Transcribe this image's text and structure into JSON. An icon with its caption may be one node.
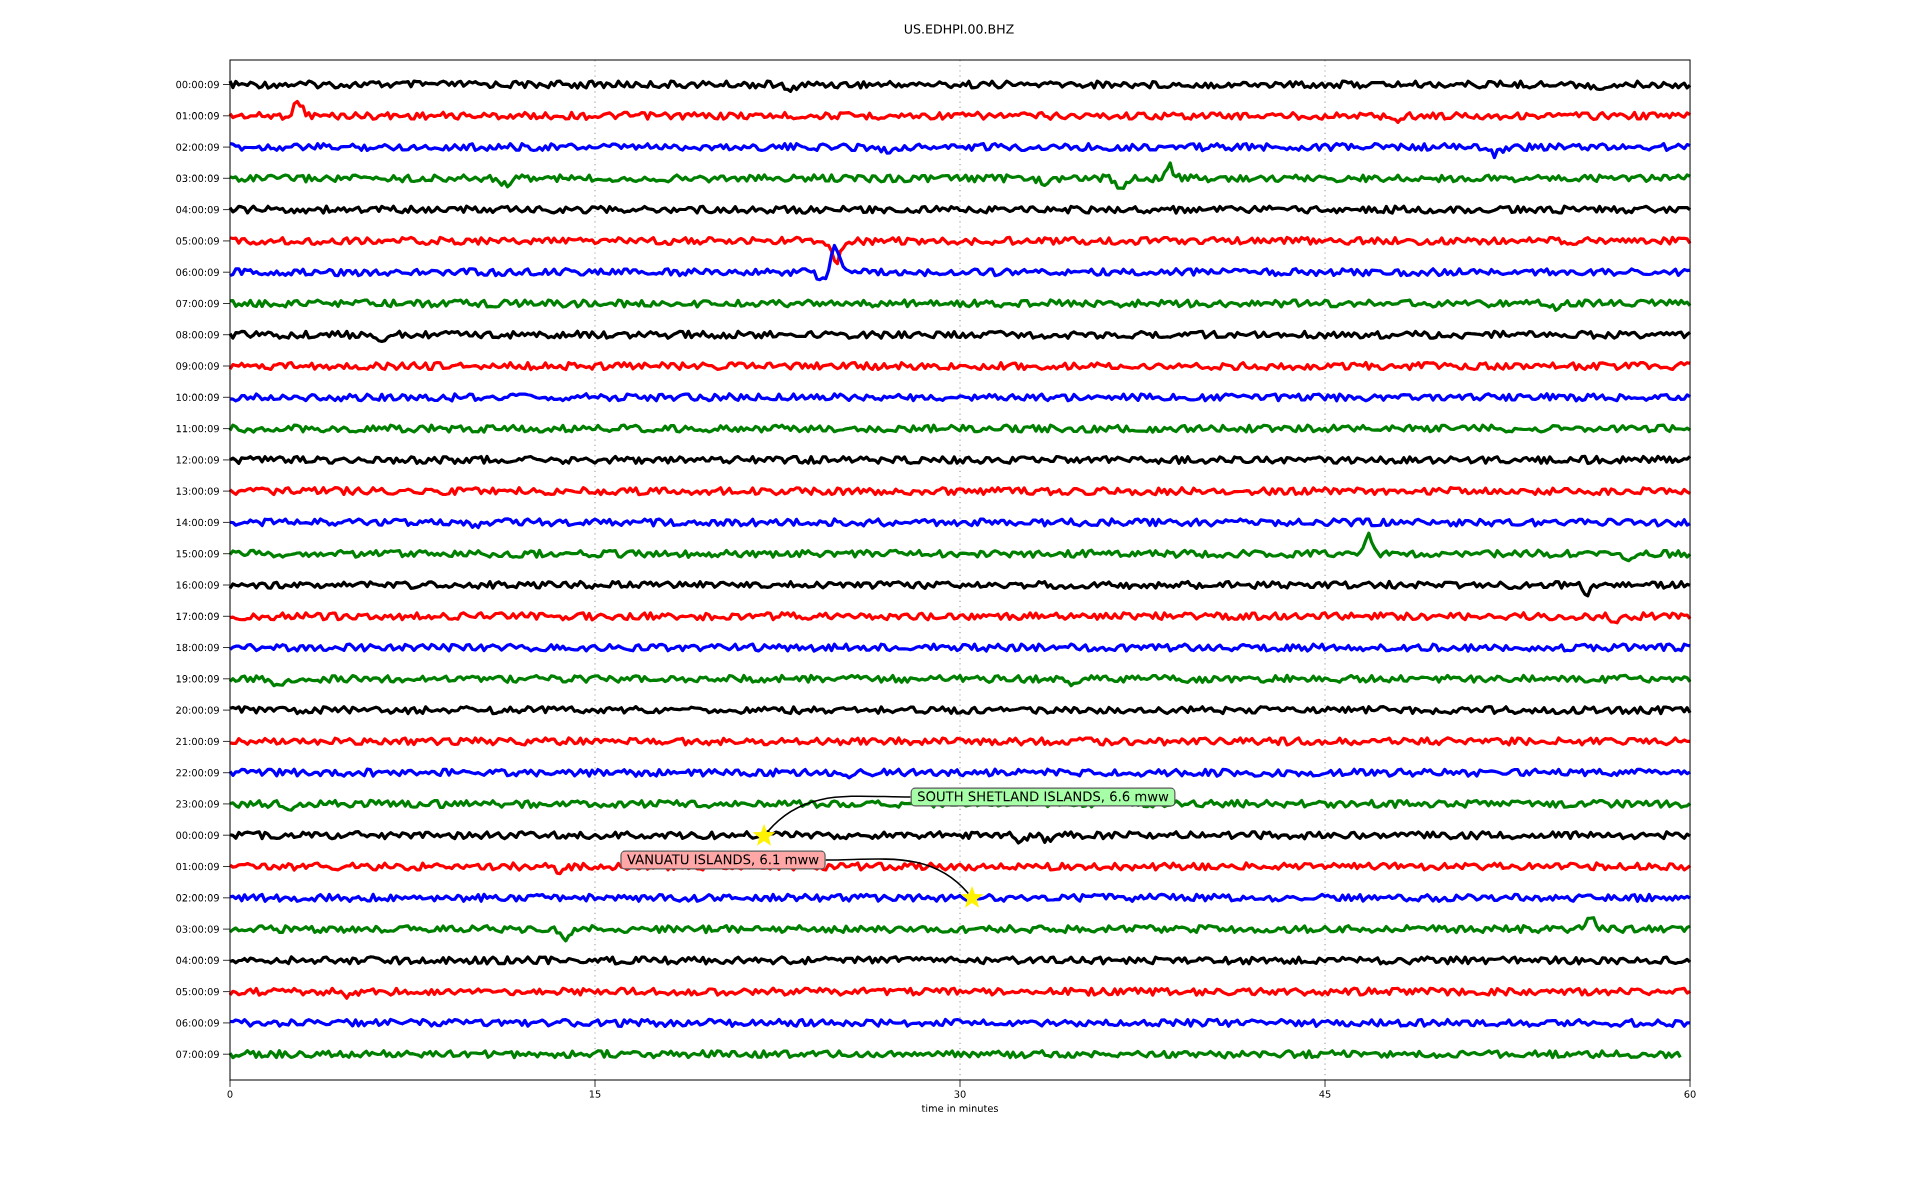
{
  "diagram": {
    "title": "US.EDHPI.00.BHZ",
    "nodes": [
      {
        "text": [
          "SOUTH SHETLAND ISLANDS, 6.6 mww"
        ]
      },
      {
        "text": [],
        "shape": "star"
      },
      {
        "text": [
          "VANUATU ISLANDS, 6.1 mww"
        ]
      },
      {
        "text": [],
        "shape": "star"
      }
    ],
    "edges": [
      {
        "from": 0,
        "to": 1,
        "arrow": "none"
      },
      {
        "from": 2,
        "to": 3,
        "arrow": "none"
      }
    ],
    "labels": [
      "00:00:09",
      "01:00:09",
      "02:00:09",
      "03:00:09",
      "04:00:09",
      "05:00:09",
      "06:00:09",
      "07:00:09",
      "08:00:09",
      "09:00:09",
      "10:00:09",
      "11:00:09",
      "12:00:09",
      "13:00:09",
      "14:00:09",
      "15:00:09",
      "16:00:09",
      "17:00:09",
      "18:00:09",
      "19:00:09",
      "20:00:09",
      "21:00:09",
      "22:00:09",
      "23:00:09",
      "00:00:09",
      "01:00:09",
      "02:00:09",
      "03:00:09",
      "04:00:09",
      "05:00:09",
      "06:00:09",
      "07:00:09",
      "0",
      "15",
      "30",
      "45",
      "60",
      "time in minutes"
    ]
  }
}
